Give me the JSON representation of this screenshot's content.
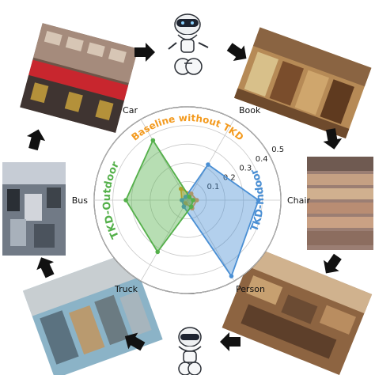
{
  "chart_data": {
    "type": "radar",
    "axes": [
      "Book",
      "Chair",
      "Person",
      "Truck",
      "Bus",
      "Car"
    ],
    "rlim": [
      0,
      0.5
    ],
    "r_ticks": [
      "0.1",
      "0.2",
      "0.3",
      "0.4",
      "0.5"
    ],
    "grid": true,
    "series": [
      {
        "name": "Baseline without TKD",
        "color": "#f39a1e",
        "values": [
          0.04,
          0.05,
          0.05,
          0.02,
          0.03,
          0.07
        ]
      },
      {
        "name": "TKD-Indoor",
        "color": "#4a8fd4",
        "values": [
          0.22,
          0.38,
          0.47,
          0.04,
          0.03,
          0.02
        ]
      },
      {
        "name": "TKD-Outdoor",
        "color": "#54b04a",
        "values": [
          0.02,
          0.03,
          0.04,
          0.32,
          0.33,
          0.37
        ]
      }
    ]
  },
  "icons": {
    "arrow": "black-arrow-icon",
    "robot": "robot-icon"
  },
  "photos": [
    "street-traffic-photo",
    "city-market-photo",
    "library-photo",
    "bookstore-photo",
    "bookshelf-photo",
    "reading-room-photo",
    "shopping-street-photo"
  ]
}
